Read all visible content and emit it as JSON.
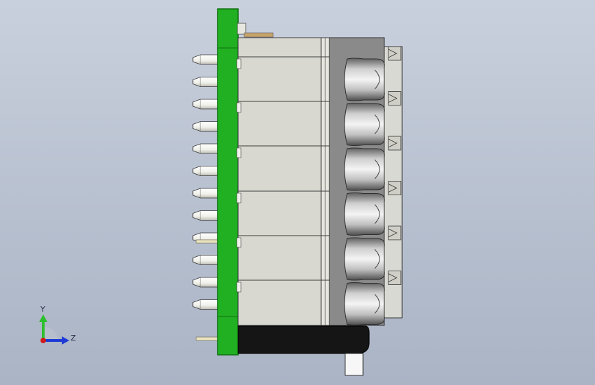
{
  "view": {
    "background_top": "#c9d0dd",
    "background_bottom": "#aab4c5"
  },
  "model": {
    "pcb_color": "#21b021",
    "pcb_edge_color": "#0f6f12",
    "body_color": "#d8d8d0",
    "base_color": "#151515",
    "pin_color": "#f2f2ee",
    "socket_count": 6,
    "left_pin_count": 12
  },
  "triad": {
    "x_label": "",
    "y_label": "Y",
    "z_label": "Z",
    "y_color": "#2cbf2c",
    "z_color": "#1e3ad6",
    "origin_color": "#d11a1a"
  }
}
